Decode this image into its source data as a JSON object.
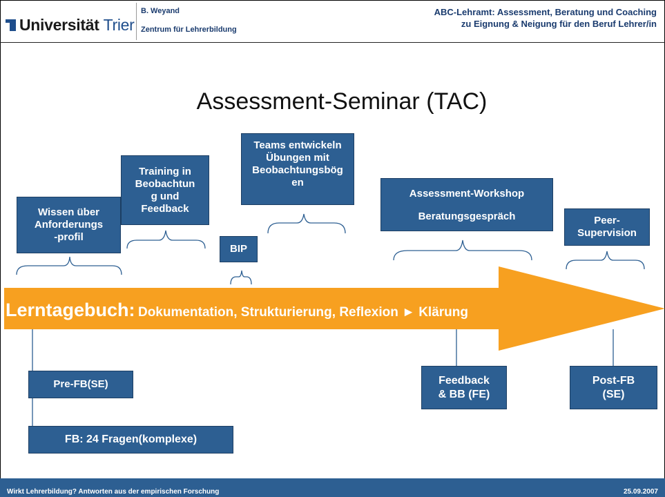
{
  "header": {
    "logo_uni": "Universität",
    "logo_trier": "Trier",
    "author": "B. Weyand",
    "department": "Zentrum für Lehrerbildung",
    "title_line1": "ABC-Lehramt: Assessment, Beratung und Coaching",
    "title_line2": "zu Eignung & Neigung für den Beruf Lehrer/in"
  },
  "slide_title": "Assessment-Seminar (TAC)",
  "boxes": {
    "wissen": [
      "Wissen über",
      "Anforderungs",
      "-profil"
    ],
    "training": [
      "Training in",
      "Beobachtun",
      "g und",
      "Feedback"
    ],
    "bip": [
      "BIP"
    ],
    "teams": [
      "Teams entwickeln",
      "Übungen mit",
      "Beobachtungsbög",
      "en"
    ],
    "assessment": [
      "Assessment-Workshop",
      "Beratungsgespräch"
    ],
    "peer": [
      "Peer-",
      "Supervision"
    ],
    "prefb": [
      "Pre-FB(SE)"
    ],
    "fb24": [
      "FB: 24 Fragen(komplexe)"
    ],
    "feedback": [
      "Feedback",
      "& BB (FE)"
    ],
    "postfb": [
      "Post-FB",
      "(SE)"
    ]
  },
  "arrow": {
    "lead": "Lerntagebuch:",
    "rest": "Dokumentation, Strukturierung, Reflexion ► Klärung"
  },
  "footer": {
    "left": "Wirkt Lehrerbildung? Antworten aus der empirischen Forschung",
    "right": "25.09.2007"
  },
  "colors": {
    "box_blue": "#2d5f92",
    "arrow_orange": "#f7a020",
    "header_text": "#1a3b6e"
  }
}
